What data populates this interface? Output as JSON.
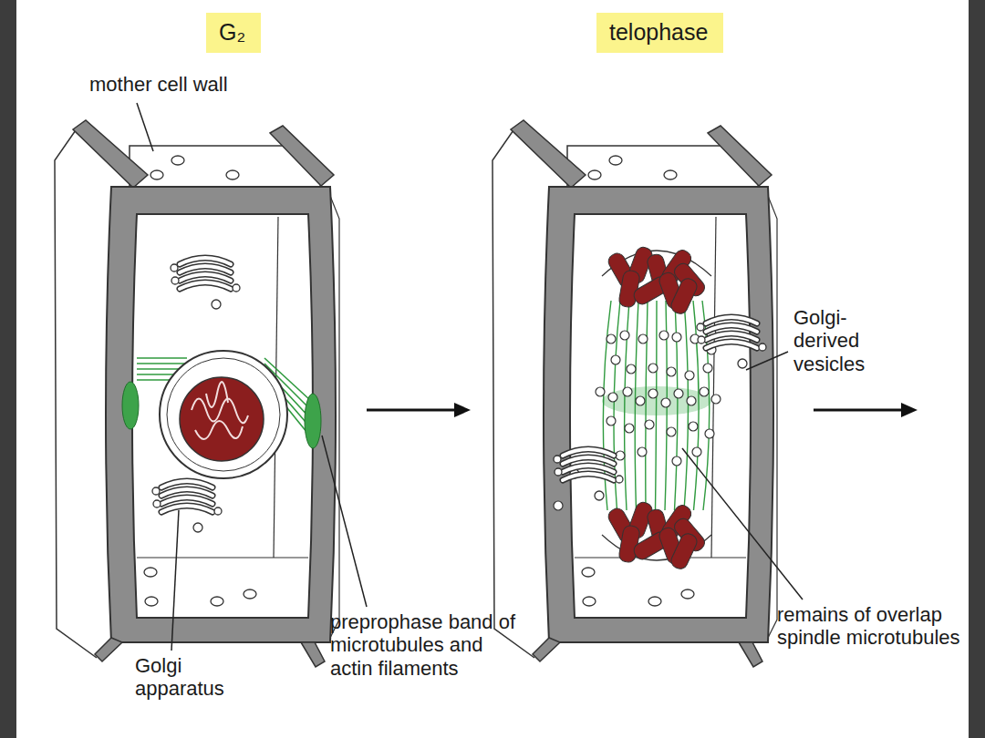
{
  "diagram": {
    "nodes": [
      {
        "text": [
          "G₂"
        ]
      },
      {
        "text": [
          "telophase"
        ]
      }
    ],
    "labels": [
      "mother cell wall",
      "Golgi apparatus",
      "preprophase band of microtubules and actin filaments",
      "Golgi-derived vesicles",
      "remains of overlap spindle microtubules"
    ]
  }
}
